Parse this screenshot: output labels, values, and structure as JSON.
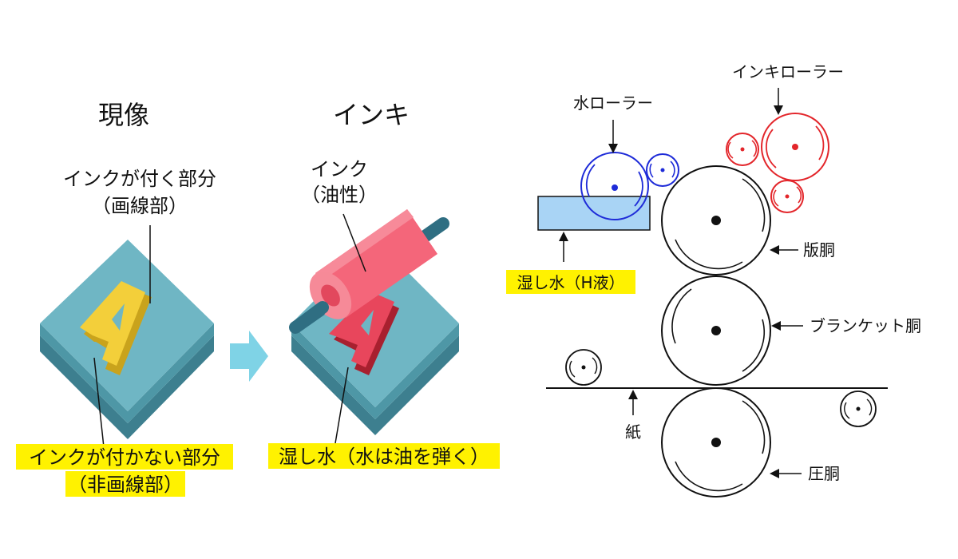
{
  "left": {
    "heading_develop": "現像",
    "heading_ink": "インキ",
    "label_image_area": "インクが付く部分",
    "label_image_area_sub": "（画線部）",
    "label_nonimage_area": "インクが付かない部分",
    "label_nonimage_area_sub": "（非画線部）",
    "label_ink": "インク",
    "label_ink_sub": "（油性）",
    "label_dampening": "湿し水（水は油を弾く）",
    "plate_letter": "A"
  },
  "right": {
    "label_water_roller": "水ローラー",
    "label_ink_roller": "インキローラー",
    "label_plate_cylinder": "版胴",
    "label_blanket_cylinder": "ブランケット胴",
    "label_impression_cylinder": "圧胴",
    "label_paper": "紙",
    "label_fountain": "湿し水（H液）"
  },
  "colors": {
    "plate_top": "#6fb6c4",
    "plate_side": "#3d7f8f",
    "letter_yellow": "#f3cf3a",
    "letter_red": "#e8465c",
    "roller_pink": "#f4667a",
    "arrow_cyan": "#7fd3e6",
    "highlight": "#fff200",
    "water_blue": "#1e2bd8",
    "ink_red": "#e3262b",
    "fountain_fill": "#a9d4f5"
  }
}
